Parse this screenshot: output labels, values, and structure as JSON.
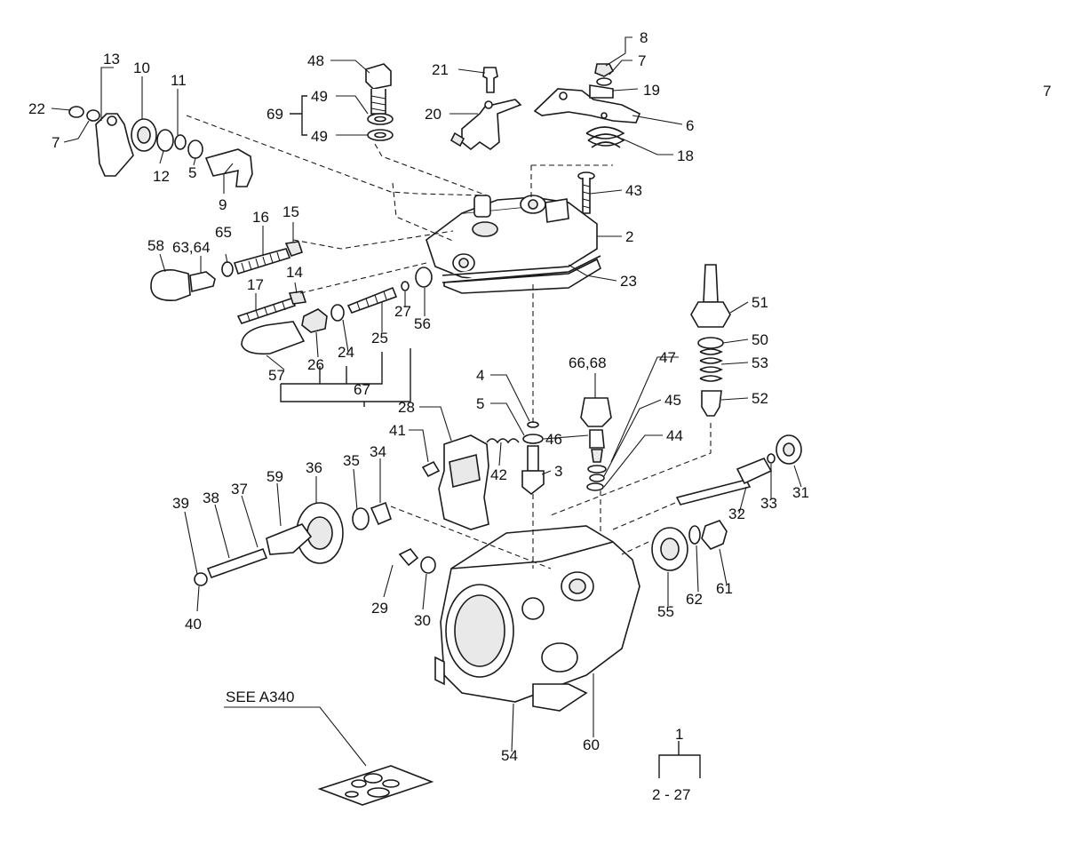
{
  "parts": [
    {
      "key": "p8",
      "text": "8"
    },
    {
      "key": "p7a",
      "text": "7"
    },
    {
      "key": "p19",
      "text": "19"
    },
    {
      "key": "p6",
      "text": "6"
    },
    {
      "key": "p18",
      "text": "18"
    },
    {
      "key": "p43",
      "text": "43"
    },
    {
      "key": "p2",
      "text": "2"
    },
    {
      "key": "p23",
      "text": "23"
    },
    {
      "key": "p48",
      "text": "48"
    },
    {
      "key": "p49a",
      "text": "49"
    },
    {
      "key": "p49b",
      "text": "49"
    },
    {
      "key": "p69",
      "text": "69"
    },
    {
      "key": "p21",
      "text": "21"
    },
    {
      "key": "p20",
      "text": "20"
    },
    {
      "key": "p13",
      "text": "13"
    },
    {
      "key": "p10",
      "text": "10"
    },
    {
      "key": "p11",
      "text": "11"
    },
    {
      "key": "p22",
      "text": "22"
    },
    {
      "key": "p7b",
      "text": "7"
    },
    {
      "key": "p12",
      "text": "12"
    },
    {
      "key": "p5a",
      "text": "5"
    },
    {
      "key": "p9",
      "text": "9"
    },
    {
      "key": "p16",
      "text": "16"
    },
    {
      "key": "p15",
      "text": "15"
    },
    {
      "key": "p58",
      "text": "58"
    },
    {
      "key": "p6364",
      "text": "63,64"
    },
    {
      "key": "p65",
      "text": "65"
    },
    {
      "key": "p14",
      "text": "14"
    },
    {
      "key": "p17",
      "text": "17"
    },
    {
      "key": "p27",
      "text": "27"
    },
    {
      "key": "p56",
      "text": "56"
    },
    {
      "key": "p24",
      "text": "24"
    },
    {
      "key": "p25",
      "text": "25"
    },
    {
      "key": "p26",
      "text": "26"
    },
    {
      "key": "p57",
      "text": "57"
    },
    {
      "key": "p67",
      "text": "67"
    },
    {
      "key": "p51",
      "text": "51"
    },
    {
      "key": "p50",
      "text": "50"
    },
    {
      "key": "p53",
      "text": "53"
    },
    {
      "key": "p52",
      "text": "52"
    },
    {
      "key": "p6668",
      "text": "66,68"
    },
    {
      "key": "p47",
      "text": "47"
    },
    {
      "key": "p45",
      "text": "45"
    },
    {
      "key": "p44",
      "text": "44"
    },
    {
      "key": "p46",
      "text": "46"
    },
    {
      "key": "p4",
      "text": "4"
    },
    {
      "key": "p5b",
      "text": "5"
    },
    {
      "key": "p3",
      "text": "3"
    },
    {
      "key": "p28",
      "text": "28"
    },
    {
      "key": "p41",
      "text": "41"
    },
    {
      "key": "p42",
      "text": "42"
    },
    {
      "key": "p36",
      "text": "36"
    },
    {
      "key": "p35",
      "text": "35"
    },
    {
      "key": "p34",
      "text": "34"
    },
    {
      "key": "p59",
      "text": "59"
    },
    {
      "key": "p37",
      "text": "37"
    },
    {
      "key": "p38",
      "text": "38"
    },
    {
      "key": "p39",
      "text": "39"
    },
    {
      "key": "p40",
      "text": "40"
    },
    {
      "key": "p29",
      "text": "29"
    },
    {
      "key": "p30",
      "text": "30"
    },
    {
      "key": "p31",
      "text": "31"
    },
    {
      "key": "p33",
      "text": "33"
    },
    {
      "key": "p32",
      "text": "32"
    },
    {
      "key": "p55",
      "text": "55"
    },
    {
      "key": "p62",
      "text": "62"
    },
    {
      "key": "p61",
      "text": "61"
    },
    {
      "key": "p54",
      "text": "54"
    },
    {
      "key": "p60",
      "text": "60"
    },
    {
      "key": "p1",
      "text": "1"
    },
    {
      "key": "p227",
      "text": "2 - 27"
    },
    {
      "key": "corner",
      "text": "7"
    },
    {
      "key": "see",
      "text": "SEE A340"
    }
  ]
}
